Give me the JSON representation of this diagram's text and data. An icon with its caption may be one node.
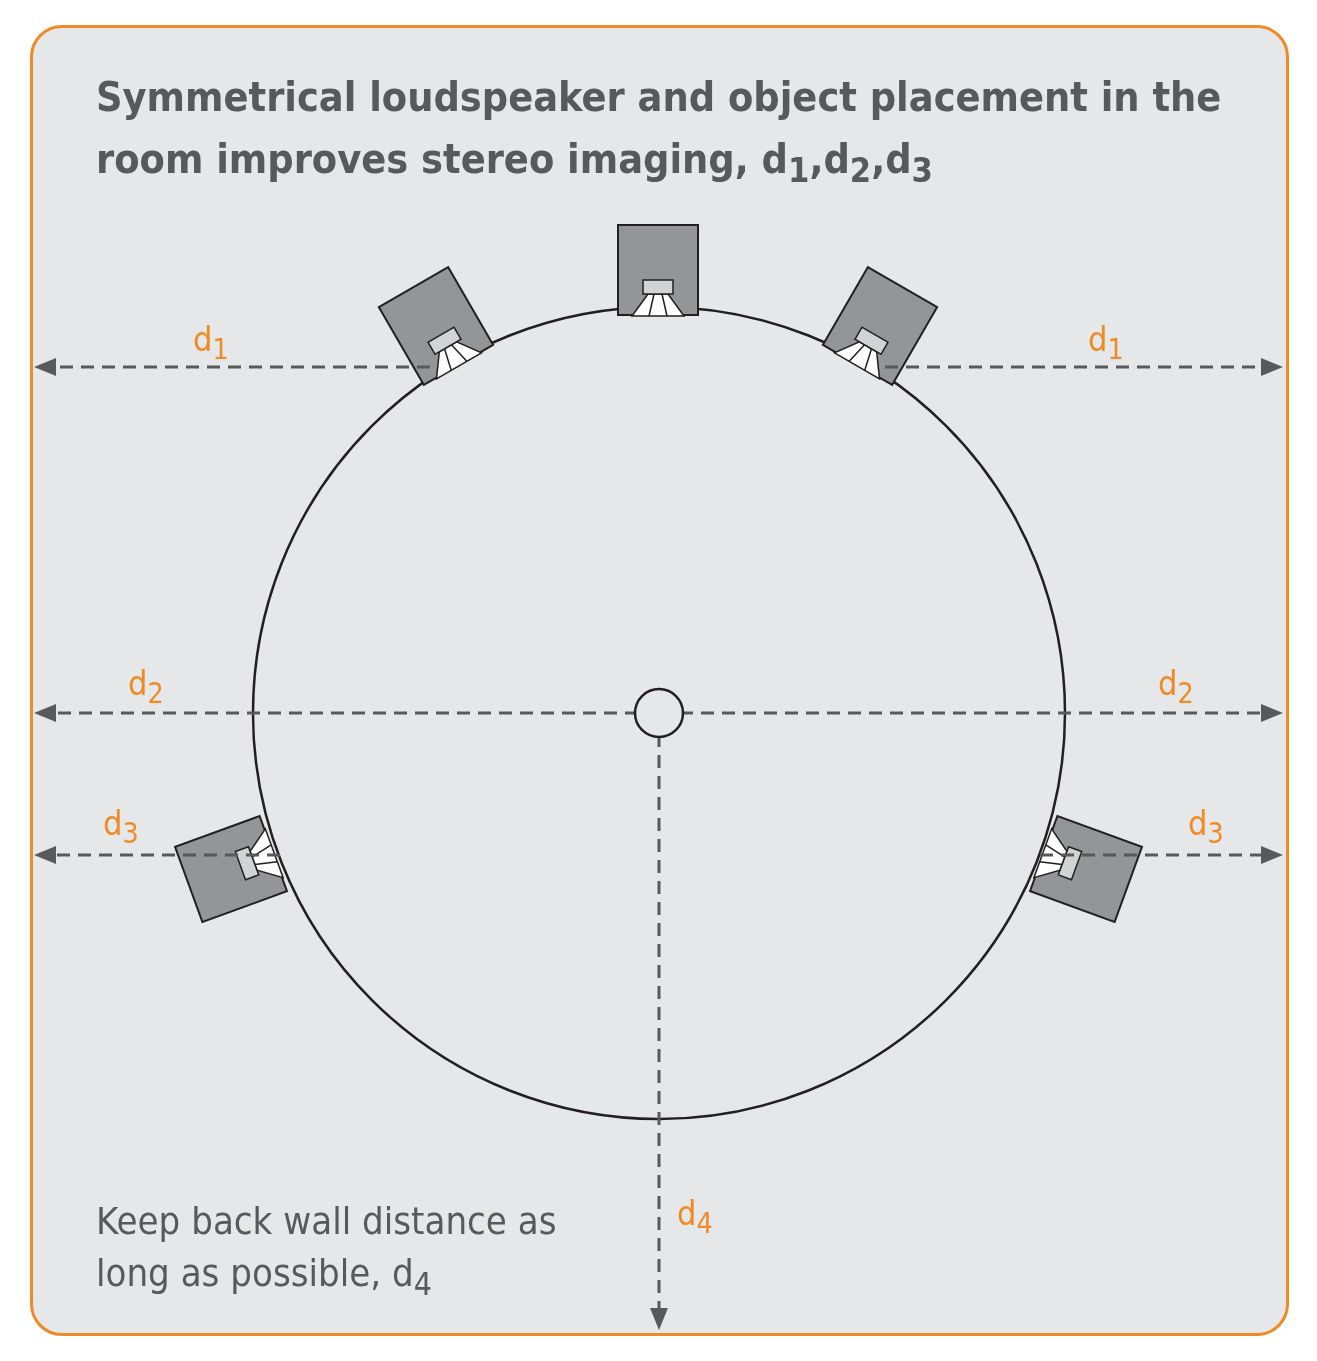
{
  "diagram": {
    "title": "Symmetrical loudspeaker and object placement in the room improves stereo imaging, d$_{1}$,d$_{2}$,d$_{3}$",
    "labels": [
      "d$_{1}$",
      "d$_{1}$",
      "d$_{2}$",
      "d$_{2}$",
      "d$_{3}$",
      "d$_{3}$",
      "Keep back wall distance as long as possible, d$_{4}$",
      "d$_{4}$"
    ]
  }
}
